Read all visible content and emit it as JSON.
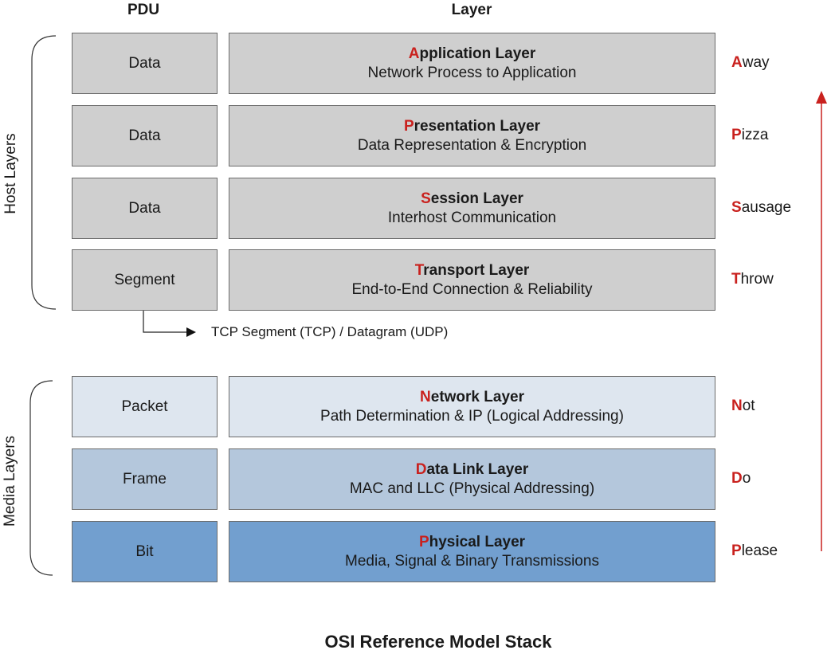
{
  "headers": {
    "pdu": "PDU",
    "layer": "Layer"
  },
  "side_labels": {
    "host": "Host Layers",
    "media": "Media Layers"
  },
  "layers": [
    {
      "pdu": "Data",
      "first": "A",
      "rest": "pplication Layer",
      "desc": "Network Process to Application",
      "mn_first": "A",
      "mn_rest": "way",
      "fill": "#cfcfcf"
    },
    {
      "pdu": "Data",
      "first": "P",
      "rest": "resentation Layer",
      "desc": "Data Representation & Encryption",
      "mn_first": "P",
      "mn_rest": "izza",
      "fill": "#cfcfcf"
    },
    {
      "pdu": "Data",
      "first": "S",
      "rest": "ession Layer",
      "desc": "Interhost Communication",
      "mn_first": "S",
      "mn_rest": "ausage",
      "fill": "#cfcfcf"
    },
    {
      "pdu": "Segment",
      "first": "T",
      "rest": "ransport Layer",
      "desc": "End-to-End Connection & Reliability",
      "mn_first": "T",
      "mn_rest": "hrow",
      "fill": "#cfcfcf"
    },
    {
      "pdu": "Packet",
      "first": "N",
      "rest": "etwork Layer",
      "desc": "Path Determination & IP (Logical Addressing)",
      "mn_first": "N",
      "mn_rest": "ot",
      "fill": "#dee6ef"
    },
    {
      "pdu": "Frame",
      "first": "D",
      "rest": "ata Link Layer",
      "desc": "MAC and LLC (Physical Addressing)",
      "mn_first": "D",
      "mn_rest": "o",
      "fill": "#b4c7dc"
    },
    {
      "pdu": "Bit",
      "first": "P",
      "rest": "hysical Layer",
      "desc": "Media, Signal & Binary Transmissions",
      "mn_first": "P",
      "mn_rest": "lease",
      "fill": "#729fcf"
    }
  ],
  "segment_note": "TCP Segment (TCP) / Datagram (UDP)",
  "title": "OSI Reference Model Stack",
  "colors": {
    "highlight": "#c9211e",
    "arrow": "#c9211e"
  }
}
